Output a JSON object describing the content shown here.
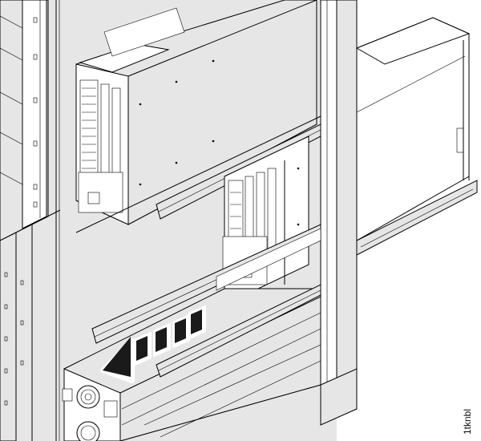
{
  "figure": {
    "label": "1tknbl",
    "description": "Isometric line illustration of a server rack showing drawer units and a large arrow indicating a unit sliding out to the left along rails",
    "arrow_direction": "left-down (out of rack)",
    "colors": {
      "line": "#000000",
      "panel_fill": "#e6e6e6",
      "background": "#ffffff",
      "arrow": "#1a1a1a"
    }
  }
}
